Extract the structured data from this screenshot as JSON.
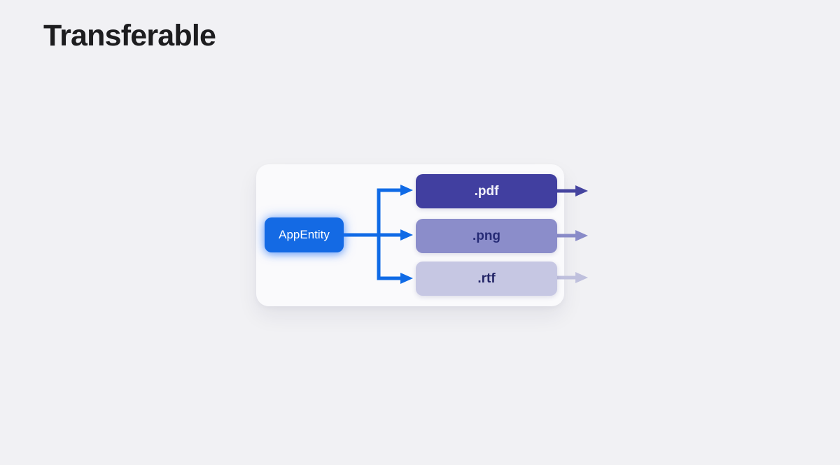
{
  "page": {
    "background": "#f1f1f4",
    "title": "Transferable"
  },
  "diagram": {
    "card_background": "#fafafc",
    "connector_color": "#0f6ae6",
    "source": {
      "label": "AppEntity",
      "background": "#146ae4",
      "text_color": "#ffffff"
    },
    "formats": [
      {
        "label": ".pdf",
        "background": "#413fa0",
        "text_color": "#f2f2fa",
        "arrow_color": "#45449f"
      },
      {
        "label": ".png",
        "background": "#8b8dca",
        "text_color": "#262b76",
        "arrow_color": "#898bc8"
      },
      {
        "label": ".rtf",
        "background": "#c6c7e3",
        "text_color": "#222466",
        "arrow_color": "#bfc0dd"
      }
    ]
  }
}
